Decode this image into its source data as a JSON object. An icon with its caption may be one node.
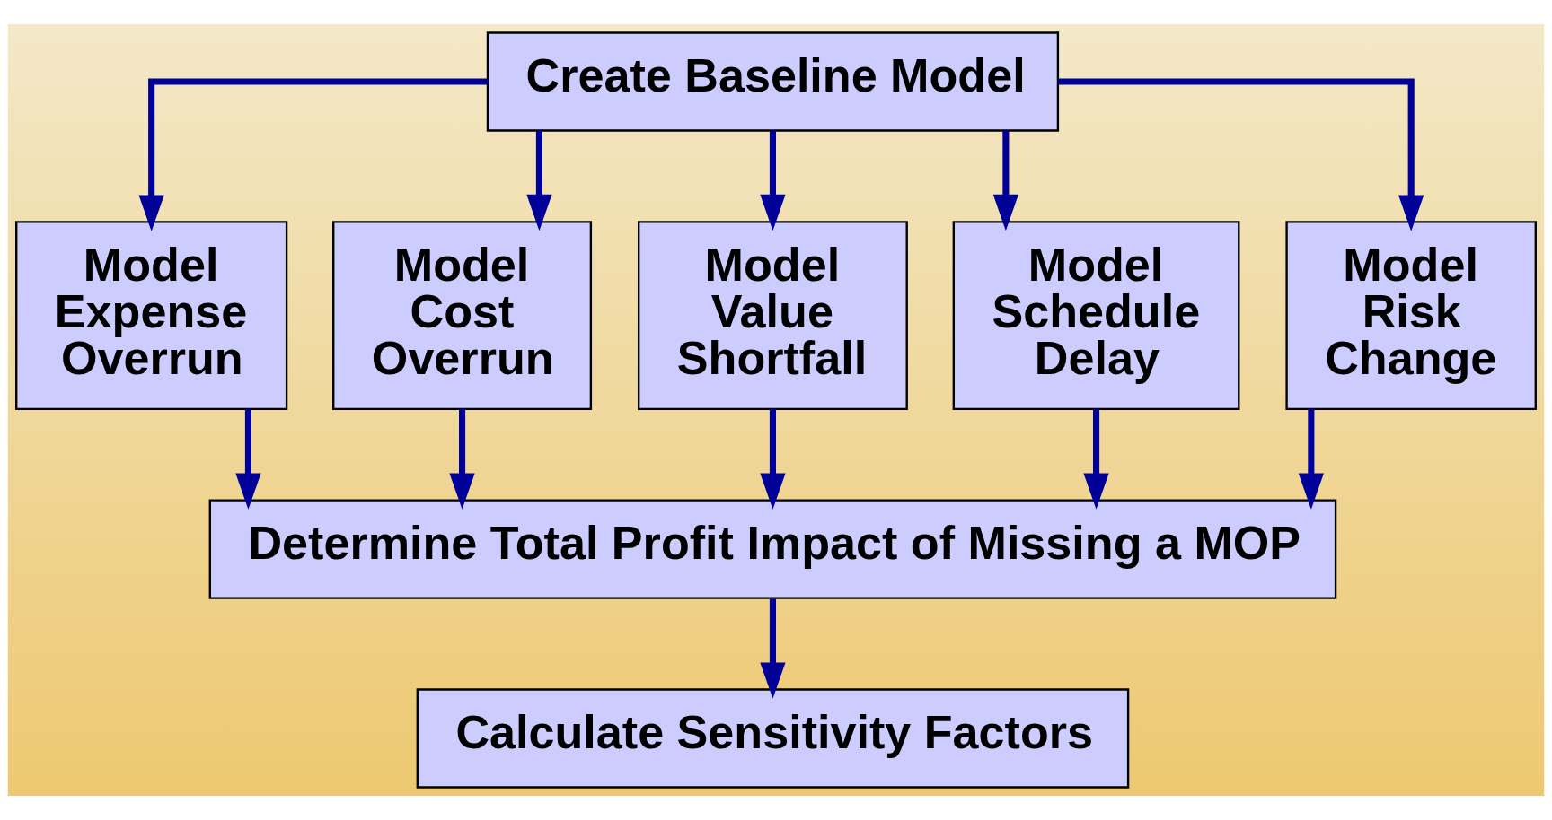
{
  "diagram": {
    "nodes": [
      {
        "text": [
          "Create Baseline Model"
        ]
      },
      {
        "text": [
          "Model Expense Overrun"
        ]
      },
      {
        "text": [
          "Model Cost Overrun"
        ]
      },
      {
        "text": [
          "Model Value Shortfall"
        ]
      },
      {
        "text": [
          "Model Schedule Delay"
        ]
      },
      {
        "text": [
          "Model Risk Change"
        ]
      },
      {
        "text": [
          "Determine Total Profit Impact of Missing a MOP"
        ]
      },
      {
        "text": [
          "Calculate Sensitivity Factors"
        ]
      }
    ],
    "edges": [
      {
        "from": 0,
        "to": 1,
        "arrow": "to"
      },
      {
        "from": 0,
        "to": 2,
        "arrow": "to"
      },
      {
        "from": 0,
        "to": 3,
        "arrow": "to"
      },
      {
        "from": 0,
        "to": 4,
        "arrow": "to"
      },
      {
        "from": 0,
        "to": 5,
        "arrow": "to"
      },
      {
        "from": 1,
        "to": 6,
        "arrow": "to"
      },
      {
        "from": 2,
        "to": 6,
        "arrow": "to"
      },
      {
        "from": 3,
        "to": 6,
        "arrow": "to"
      },
      {
        "from": 4,
        "to": 6,
        "arrow": "to"
      },
      {
        "from": 5,
        "to": 6,
        "arrow": "to"
      },
      {
        "from": 6,
        "to": 7,
        "arrow": "to"
      }
    ]
  }
}
